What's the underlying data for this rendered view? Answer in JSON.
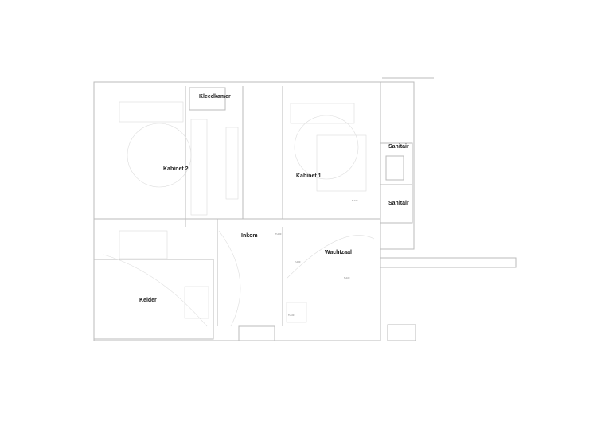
{
  "rooms": {
    "kleedkamer": "Kleedkamer",
    "kabinet2": "Kabinet 2",
    "kabinet1": "Kabinet 1",
    "sanitair_top": "Sanitair",
    "sanitair_bottom": "Sanitair",
    "inkom": "Inkom",
    "wachtzaal": "Wachtzaal",
    "kelder": "Kelder"
  },
  "notes": {
    "tl1": "TL100",
    "tl2": "TL100",
    "tl3": "TL100",
    "tl4": "TL100",
    "tl5": "TL100"
  }
}
